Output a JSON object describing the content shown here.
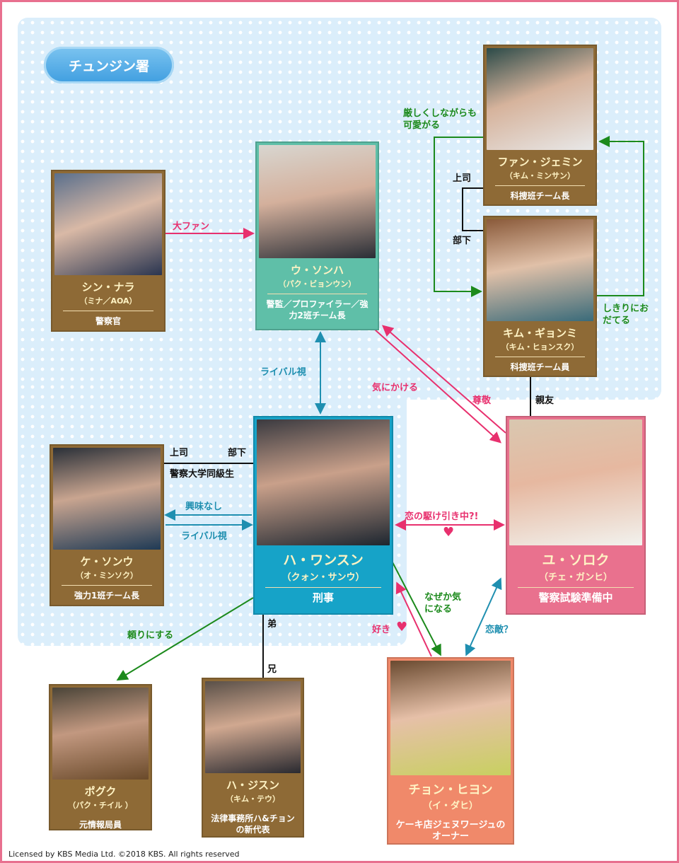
{
  "title": "チュンジン署",
  "characters": {
    "shin_nara": {
      "name": "シン・ナラ",
      "actor": "（ミナ／AOA）",
      "role": "警察官"
    },
    "woo_sonha": {
      "name": "ウ・ソンハ",
      "actor": "（パク・ビョンウン）",
      "role": "警監／プロファイラー／強力2班チーム長"
    },
    "fan_jemin": {
      "name": "ファン・ジェミン",
      "actor": "（キム・ミンサン）",
      "role": "科捜班チーム長"
    },
    "kim_gyonmi": {
      "name": "キム・ギョンミ",
      "actor": "（キム・ヒョンスク）",
      "role": "科捜班チーム員"
    },
    "ha_wonsun": {
      "name": "ハ・ワンスン",
      "actor": "（クォン・サンウ）",
      "role": "刑事"
    },
    "yu_soroku": {
      "name": "ユ・ソロク",
      "actor": "（チェ・ガンヒ）",
      "role": "警察試験準備中"
    },
    "ke_sonu": {
      "name": "ケ・ソンウ",
      "actor": "（オ・ミンソク）",
      "role": "強力1班チーム長"
    },
    "bogu": {
      "name": "ポグク",
      "actor": "（パク・チイル ）",
      "role": "元情報局員"
    },
    "ha_jisun": {
      "name": "ハ・ジスン",
      "actor": "（キム・テウ）",
      "role": "法律事務所ハ&チョンの新代表"
    },
    "jung_hiyon": {
      "name": "チョン・ヒヨン",
      "actor": "（イ・ダヒ）",
      "role": "ケーキ店ジェヌワージュのオーナー"
    }
  },
  "relations": {
    "big_fan": "大ファン",
    "strict_cute": "厳しくしながらも可愛がる",
    "boss1": "上司",
    "sub1": "部下",
    "flatter": "しきりにおだてる",
    "rival1": "ライバル視",
    "care": "気にかける",
    "respect": "尊敬",
    "best_friend": "親友",
    "boss2": "上司",
    "sub2": "部下",
    "classmate": "警察大学同級生",
    "no_interest": "興味なし",
    "rival2": "ライバル視",
    "love_game": "恋の駆け引き中?!",
    "somehow": "なぜか気になる",
    "like": "好き",
    "love_rival": "恋敵？",
    "rely": "頼りにする",
    "younger": "弟",
    "elder": "兄"
  },
  "footer": "Licensed by KBS Media Ltd.  ©2018 KBS. All rights reserved"
}
